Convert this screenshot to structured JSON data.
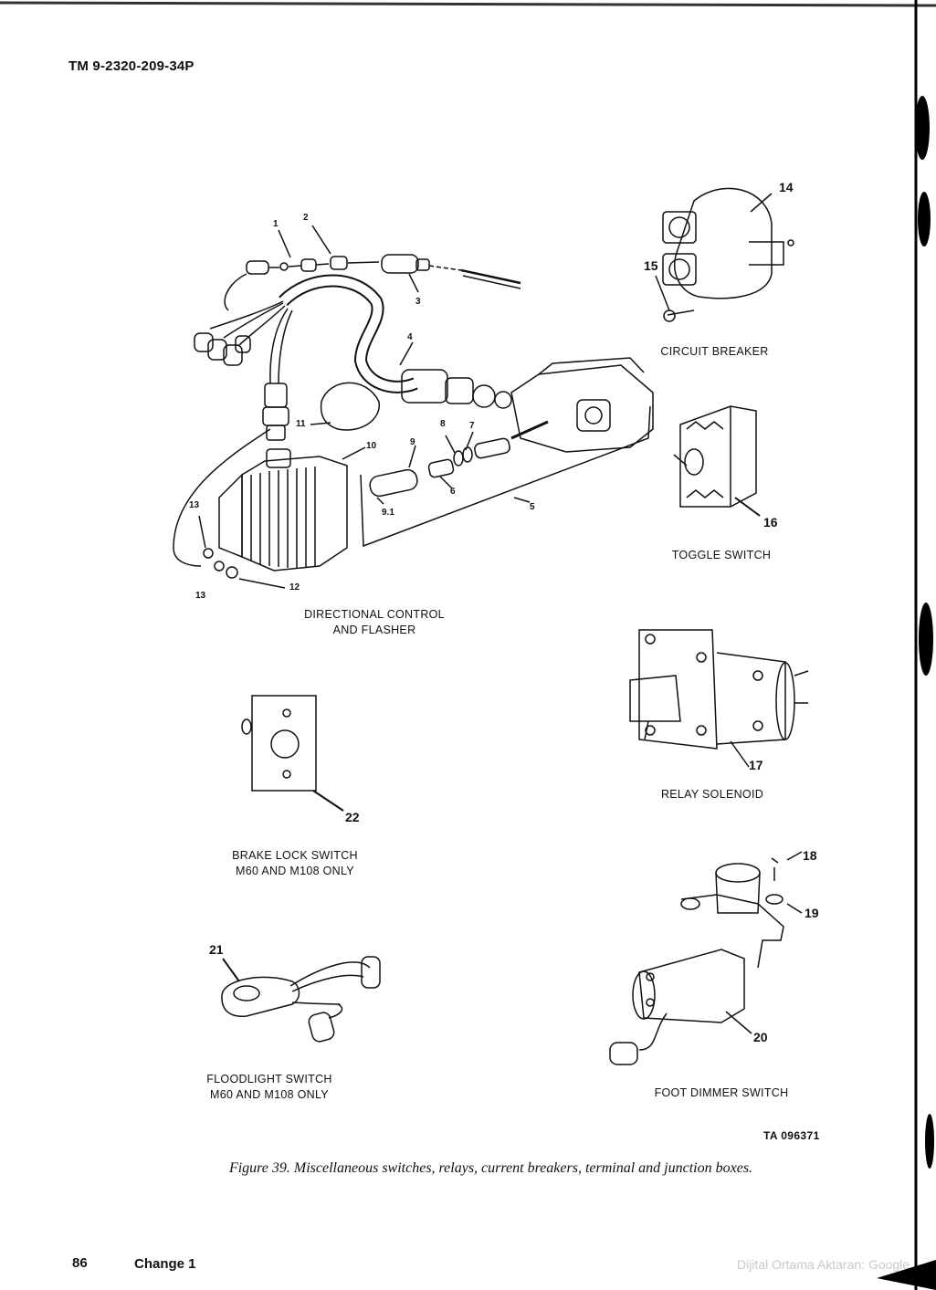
{
  "header": {
    "doc_number": "TM 9-2320-209-34P"
  },
  "figure": {
    "caption": "Figure 39.  Miscellaneous switches, relays, current breakers, terminal and junction boxes.",
    "ta_number": "TA 096371"
  },
  "components": {
    "directional_control": {
      "label_line1": "DIRECTIONAL CONTROL",
      "label_line2": "AND FLASHER"
    },
    "circuit_breaker": {
      "label": "CIRCUIT BREAKER"
    },
    "toggle_switch": {
      "label": "TOGGLE SWITCH"
    },
    "relay_solenoid": {
      "label": "RELAY SOLENOID"
    },
    "brake_lock_switch": {
      "label_line1": "BRAKE LOCK SWITCH",
      "label_line2": "M60 AND M108 ONLY"
    },
    "floodlight_switch": {
      "label_line1": "FLOODLIGHT SWITCH",
      "label_line2": "M60 AND M108 ONLY"
    },
    "foot_dimmer_switch": {
      "label": "FOOT DIMMER SWITCH"
    }
  },
  "callouts": {
    "c1": "1",
    "c2": "2",
    "c3": "3",
    "c4": "4",
    "c5": "5",
    "c6": "6",
    "c7": "7",
    "c8": "8",
    "c9": "9",
    "c9_1": "9.1",
    "c10": "10",
    "c11": "11",
    "c12": "12",
    "c13a": "13",
    "c13b": "13",
    "c14": "14",
    "c15": "15",
    "c16": "16",
    "c17": "17",
    "c18": "18",
    "c19": "19",
    "c20": "20",
    "c21": "21",
    "c22": "22"
  },
  "footer": {
    "page_number": "86",
    "change": "Change 1",
    "watermark": "Dijital Ortama Aktaran: Google"
  }
}
